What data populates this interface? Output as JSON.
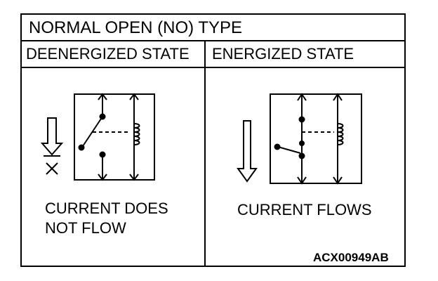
{
  "title": "NORMAL OPEN (NO) TYPE",
  "panels": {
    "deenergized": {
      "header": "DEENERGIZED STATE",
      "caption_line1": "CURRENT DOES",
      "caption_line2": "NOT FLOW"
    },
    "energized": {
      "header": "ENERGIZED STATE",
      "caption": "CURRENT FLOWS"
    }
  },
  "figure_code": "ACX00949AB"
}
